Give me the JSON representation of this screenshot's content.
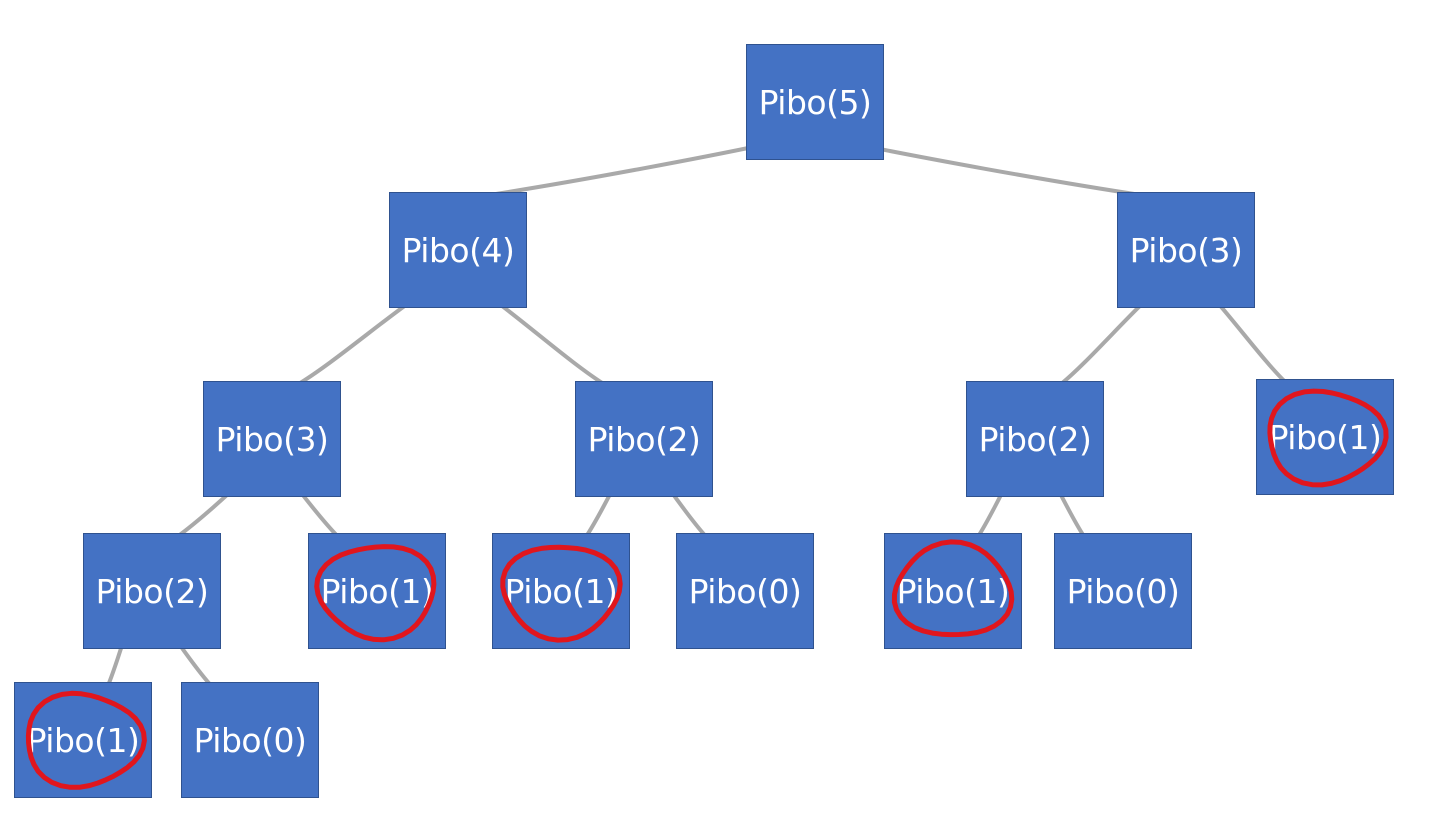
{
  "colors": {
    "node_fill": "#4472c4",
    "node_text": "#ffffff",
    "edge": "#8c8c8c",
    "highlight": "#e0161d"
  },
  "nodes": [
    {
      "id": "n5",
      "label": "Pibo(5)",
      "highlighted": false
    },
    {
      "id": "n4",
      "label": "Pibo(4)",
      "highlighted": false
    },
    {
      "id": "n3r",
      "label": "Pibo(3)",
      "highlighted": false
    },
    {
      "id": "n3l",
      "label": "Pibo(3)",
      "highlighted": false
    },
    {
      "id": "n2m",
      "label": "Pibo(2)",
      "highlighted": false
    },
    {
      "id": "n2r",
      "label": "Pibo(2)",
      "highlighted": false
    },
    {
      "id": "n1rr",
      "label": "Pibo(1)",
      "highlighted": true
    },
    {
      "id": "n2l",
      "label": "Pibo(2)",
      "highlighted": false
    },
    {
      "id": "n1a",
      "label": "Pibo(1)",
      "highlighted": true
    },
    {
      "id": "n1b",
      "label": "Pibo(1)",
      "highlighted": true
    },
    {
      "id": "n0b",
      "label": "Pibo(0)",
      "highlighted": false
    },
    {
      "id": "n1c",
      "label": "Pibo(1)",
      "highlighted": true
    },
    {
      "id": "n0c",
      "label": "Pibo(0)",
      "highlighted": false
    },
    {
      "id": "n1d",
      "label": "Pibo(1)",
      "highlighted": true
    },
    {
      "id": "n0d",
      "label": "Pibo(0)",
      "highlighted": false
    }
  ],
  "edges": [
    [
      "n5",
      "n4"
    ],
    [
      "n5",
      "n3r"
    ],
    [
      "n4",
      "n3l"
    ],
    [
      "n4",
      "n2m"
    ],
    [
      "n3r",
      "n2r"
    ],
    [
      "n3r",
      "n1rr"
    ],
    [
      "n3l",
      "n2l"
    ],
    [
      "n3l",
      "n1a"
    ],
    [
      "n2m",
      "n1b"
    ],
    [
      "n2m",
      "n0b"
    ],
    [
      "n2r",
      "n1c"
    ],
    [
      "n2r",
      "n0c"
    ],
    [
      "n2l",
      "n1d"
    ],
    [
      "n2l",
      "n0d"
    ]
  ]
}
